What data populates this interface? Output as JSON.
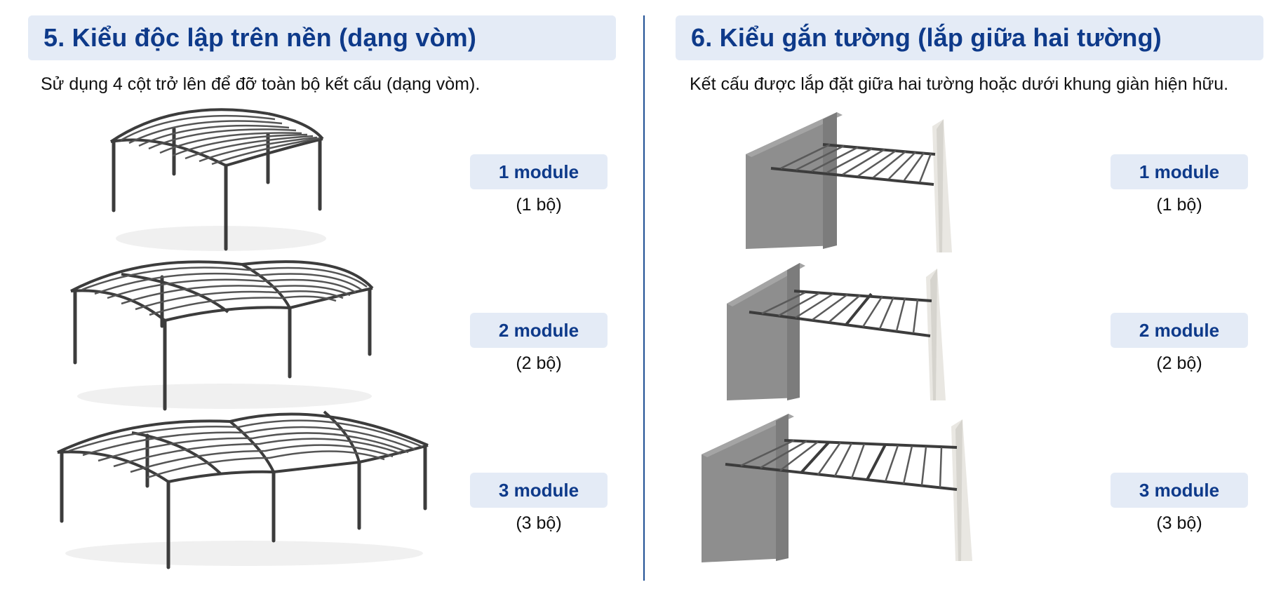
{
  "sections": [
    {
      "title": "5. Kiểu độc lập trên nền (dạng vòm)",
      "description": "Sử dụng 4 cột trở lên để đỡ toàn bộ kết cấu (dạng vòm).",
      "options": [
        {
          "label": "1 module",
          "count": "(1 bộ)",
          "modules": 1
        },
        {
          "label": "2 module",
          "count": "(2 bộ)",
          "modules": 2
        },
        {
          "label": "3 module",
          "count": "(3 bộ)",
          "modules": 3
        }
      ]
    },
    {
      "title": "6. Kiểu gắn tường (lắp giữa hai tường)",
      "description": "Kết cấu được lắp đặt giữa hai tường hoặc dưới khung giàn hiện hữu.",
      "options": [
        {
          "label": "1 module",
          "count": "(1 bộ)",
          "modules": 1
        },
        {
          "label": "2 module",
          "count": "(2 bộ)",
          "modules": 2
        },
        {
          "label": "3 module",
          "count": "(3 bộ)",
          "modules": 3
        }
      ]
    }
  ],
  "colors": {
    "accent": "#0e3a8a",
    "badge_bg": "#e4ebf6",
    "divider": "#1f4f94",
    "frame": "#3c3c3c",
    "wall_dark": "#8e8e8e",
    "wall_light": "#e9e7e2"
  }
}
